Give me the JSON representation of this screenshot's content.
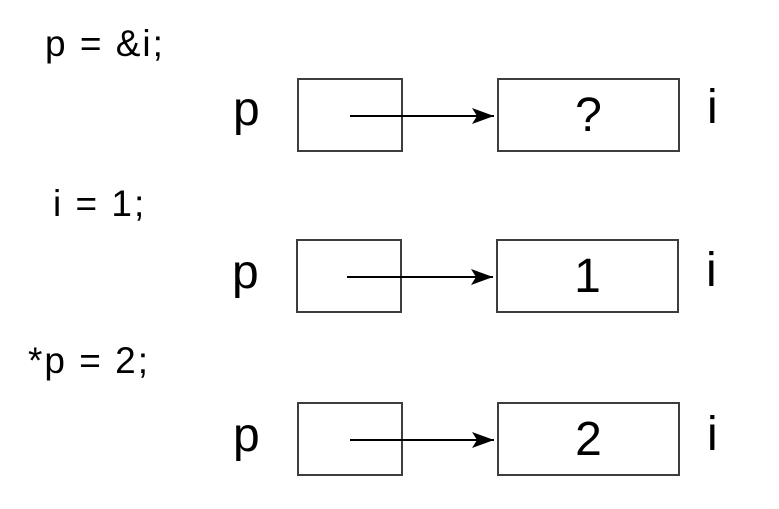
{
  "colors": {
    "background": "#ffffff",
    "box_border": "#3d3d3d",
    "arrow": "#000000",
    "text": "#000000"
  },
  "diagram": {
    "steps": [
      {
        "statement": "p = &i;",
        "pointer_label": "p",
        "value": "?",
        "var_label": "i"
      },
      {
        "statement": "i = 1;",
        "pointer_label": "p",
        "value": "1",
        "var_label": "i"
      },
      {
        "statement": "*p = 2;",
        "pointer_label": "p",
        "value": "2",
        "var_label": "i"
      }
    ]
  }
}
